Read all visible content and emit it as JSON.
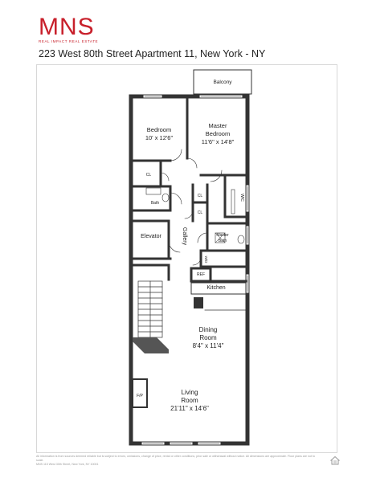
{
  "brand": {
    "logo": "MNS",
    "tagline": "REAL IMPACT REAL ESTATE",
    "color": "#c8202b"
  },
  "listing": {
    "address": "223 West 80th Street Apartment 11, New York - NY"
  },
  "rooms": {
    "balcony": "Balcony",
    "bedroom_name": "Bedroom",
    "bedroom_dims": "10' x 12'6\"",
    "master_name_1": "Master",
    "master_name_2": "Bedroom",
    "master_dims": "11'6\" x 14'8\"",
    "cl_1": "CL",
    "cl_2": "CL",
    "cl_3": "CL",
    "bath": "Bath",
    "wic": "WIC",
    "elevator": "Elevator",
    "gallery": "Gallery",
    "master_bath_1": "Master",
    "master_bath_2": "Bath",
    "wd": "W/D",
    "ref": "REF",
    "kitchen": "Kitchen",
    "dining_name_1": "Dining",
    "dining_name_2": "Room",
    "dining_dims": "8'4\" x 11'4\"",
    "fp": "F/P",
    "living_name_1": "Living",
    "living_name_2": "Room",
    "living_dims": "21'11\" x 14'6\""
  },
  "footer": {
    "disclaimer": "All information is from sources deemed reliable but is subject to errors, omissions, change of price, rental or other conditions, prior sale or withdrawal without notice. All dimensions are approximate. Floor plans are not to scale.",
    "office": "MNS 115 West 30th Street, New York, NY 10001"
  },
  "icons": {
    "equal_housing": "equal-housing-icon"
  }
}
